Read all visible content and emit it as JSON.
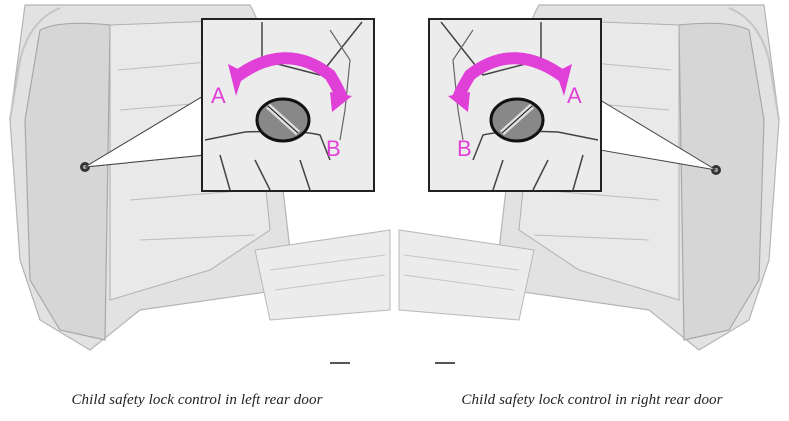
{
  "figures": [
    {
      "caption": "Child safety lock control in left rear door",
      "label_a": "A",
      "label_b": "B"
    },
    {
      "caption": "Child safety lock control in right rear door",
      "label_a": "A",
      "label_b": "B"
    }
  ],
  "colors": {
    "arrow": "#e040d8",
    "car_body": "#dcdcdc",
    "outline": "#9a9a9a",
    "zoom_bg": "#ececec"
  },
  "icons": [
    "child-lock-knob-icon",
    "rotation-arrow-icon"
  ]
}
